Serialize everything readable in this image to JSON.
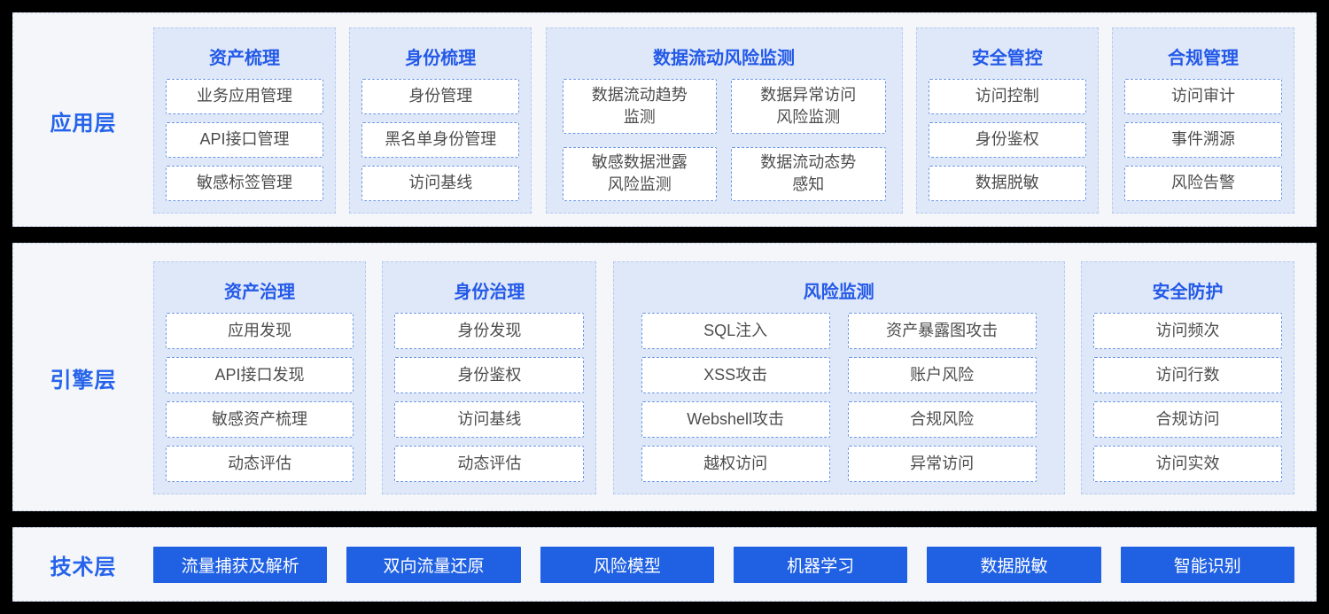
{
  "colors": {
    "background": "#000000",
    "panel_bg": "#f4f6fa",
    "group_bg": "#dfe8f8",
    "accent_blue": "#2563eb",
    "item_border_blue": "#6d97e8",
    "item_text": "#4d4d4d",
    "button_bg": "#2061e3",
    "button_text": "#ffffff"
  },
  "layers": {
    "application": {
      "label": "应用层",
      "groups": [
        {
          "title": "资产梳理",
          "items": [
            "业务应用管理",
            "API接口管理",
            "敏感标签管理"
          ]
        },
        {
          "title": "身份梳理",
          "items": [
            "身份管理",
            "黑名单身份管理",
            "访问基线"
          ]
        },
        {
          "title": "数据流动风险监测",
          "items": [
            "数据流动趋势监测",
            "数据异常访问风险监测",
            "敏感数据泄露风险监测",
            "数据流动态势感知"
          ]
        },
        {
          "title": "安全管控",
          "items": [
            "访问控制",
            "身份鉴权",
            "数据脱敏"
          ]
        },
        {
          "title": "合规管理",
          "items": [
            "访问审计",
            "事件溯源",
            "风险告警"
          ]
        }
      ]
    },
    "engine": {
      "label": "引擎层",
      "groups": [
        {
          "title": "资产治理",
          "items": [
            "应用发现",
            "API接口发现",
            "敏感资产梳理",
            "动态评估"
          ]
        },
        {
          "title": "身份治理",
          "items": [
            "身份发现",
            "身份鉴权",
            "访问基线",
            "动态评估"
          ]
        },
        {
          "title": "风险监测",
          "items": [
            "SQL注入",
            "资产暴露图攻击",
            "XSS攻击",
            "账户风险",
            "Webshell攻击",
            "合规风险",
            "越权访问",
            "异常访问"
          ]
        },
        {
          "title": "安全防护",
          "items": [
            "访问频次",
            "访问行数",
            "合规访问",
            "访问实效"
          ]
        }
      ]
    },
    "technology": {
      "label": "技术层",
      "items": [
        "流量捕获及解析",
        "双向流量还原",
        "风险模型",
        "机器学习",
        "数据脱敏",
        "智能识别"
      ]
    }
  }
}
